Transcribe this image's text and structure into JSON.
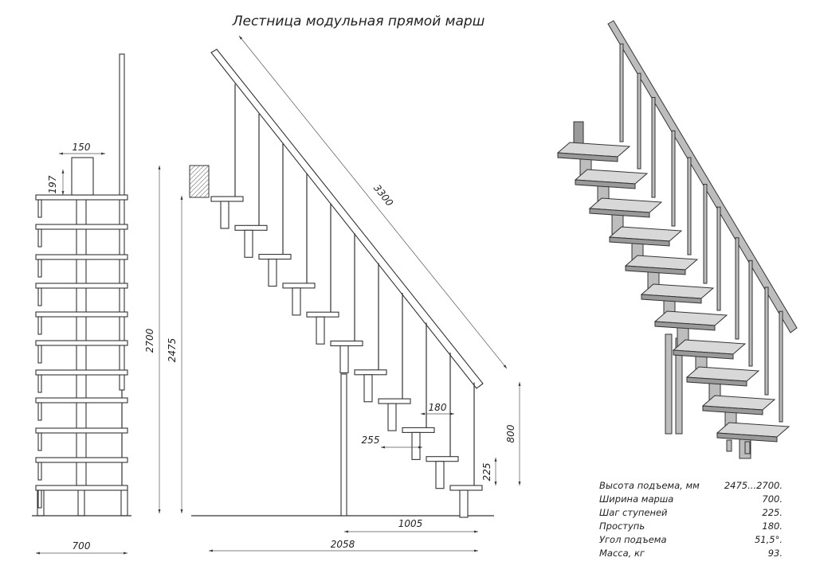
{
  "title": "Лестница модульная прямой марш",
  "front_view": {
    "plate_width": "150",
    "plate_height": "197",
    "width": "700"
  },
  "side_view": {
    "rail_length": "3300",
    "total_height": "2700",
    "floor_height": "2475",
    "total_length": "2058",
    "post_offset": "1005",
    "last_rise_group": "800",
    "tread_depth": "180",
    "step_offset": "255",
    "step_rise": "225"
  },
  "specs": [
    {
      "label": "Высота подъема, мм",
      "value": "2475...2700."
    },
    {
      "label": "Ширина марша",
      "value": "700."
    },
    {
      "label": "Шаг ступеней",
      "value": "225."
    },
    {
      "label": "Проступь",
      "value": "180."
    },
    {
      "label": "Угол подъема",
      "value": "51,5°."
    },
    {
      "label": "Масса, кг",
      "value": "93."
    }
  ]
}
